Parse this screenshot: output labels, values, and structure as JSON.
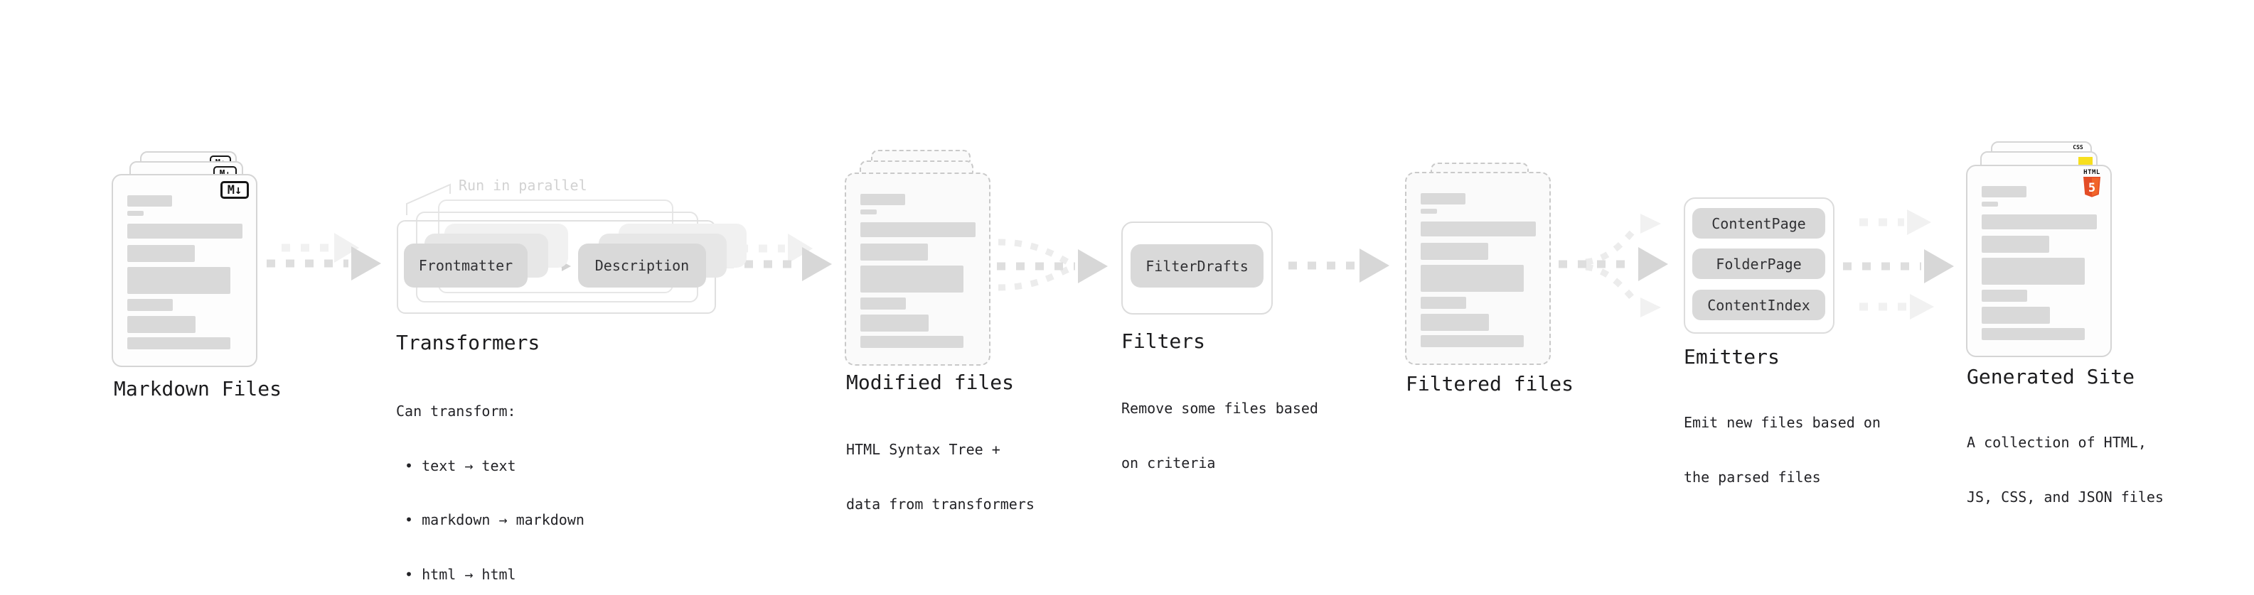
{
  "diagram": {
    "markdown": {
      "title": "Markdown Files",
      "badge": "M↓"
    },
    "transformers": {
      "annotation": "Run in parallel",
      "pill_left": "Frontmatter",
      "pill_right": "Description",
      "title": "Transformers",
      "note": "Can transform:",
      "bullets": [
        " • text → text",
        " • markdown → markdown",
        " • html → html"
      ]
    },
    "modified": {
      "title": "Modified files",
      "desc": [
        "HTML Syntax Tree +",
        "data from transformers"
      ]
    },
    "filters": {
      "pill": "FilterDrafts",
      "title": "Filters",
      "desc": [
        "Remove some files based",
        "on criteria"
      ]
    },
    "filtered": {
      "title": "Filtered files"
    },
    "emitters": {
      "pills": [
        "ContentPage",
        "FolderPage",
        "ContentIndex"
      ],
      "title": "Emitters",
      "desc": [
        "Emit new files based on",
        "the parsed files"
      ]
    },
    "generated": {
      "title": "Generated Site",
      "desc": [
        "A collection of HTML,",
        "JS, CSS, and JSON files"
      ],
      "badges": {
        "html_label": "HTML",
        "html_number": "5",
        "css": "CSS"
      }
    }
  },
  "colors": {
    "html_orange": "#e44d26",
    "html_orange_light": "#f16529",
    "js_yellow": "#f7df1e",
    "css_blue": "#2965f1",
    "bar_gray": "#d9d9d9",
    "pill_gray": "#d9d9d9",
    "arrow_gray": "#dedede",
    "text_dark": "#1c1c1e"
  }
}
